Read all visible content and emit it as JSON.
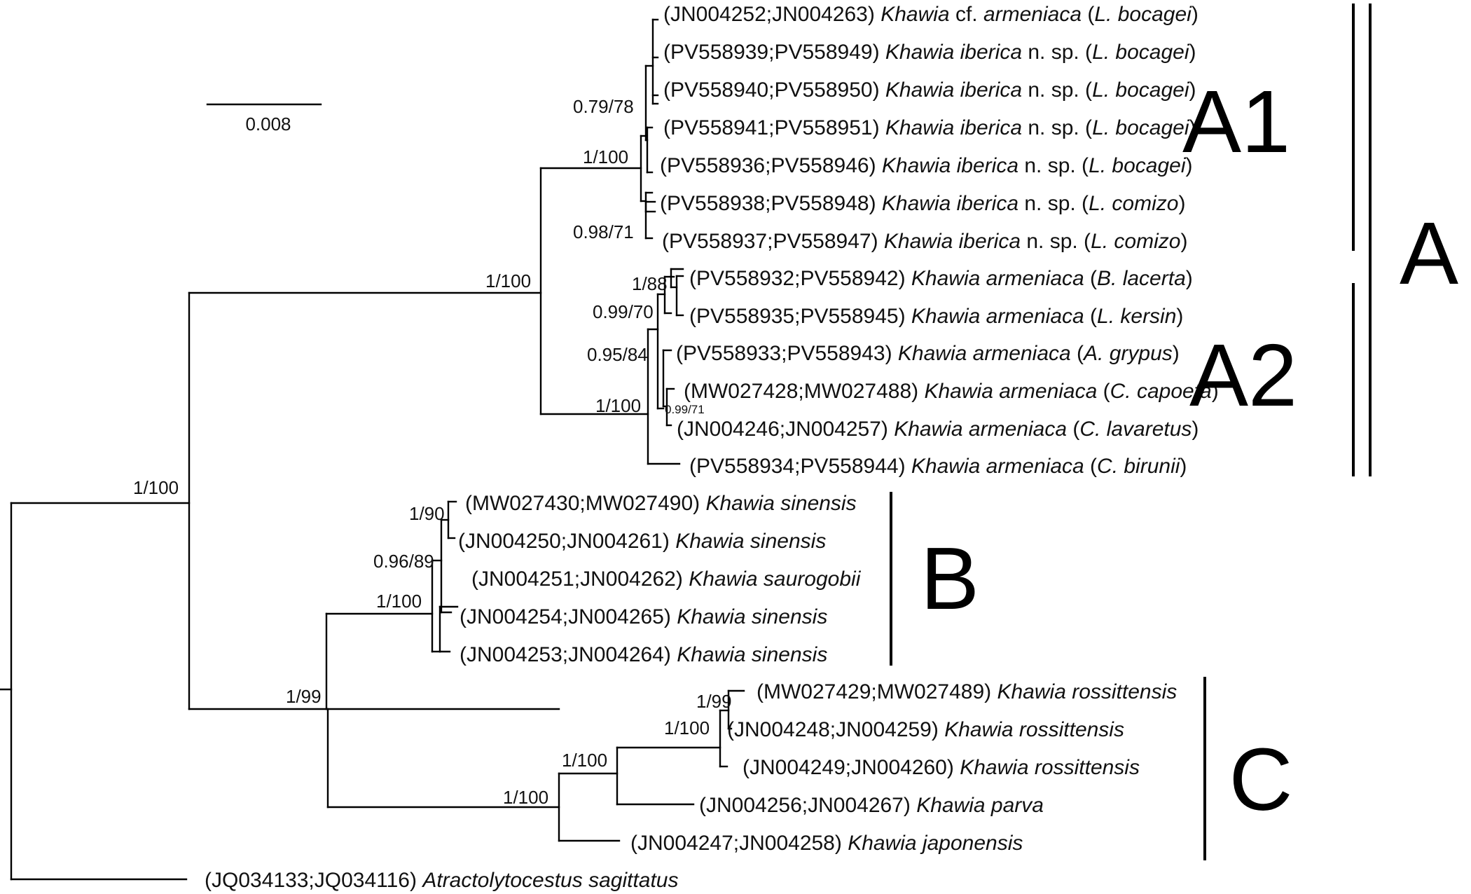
{
  "scale_bar": {
    "label": "0.008"
  },
  "taxa": [
    {
      "acc": "(JN004252;JN004263)",
      "parts": [
        {
          "t": "Khawia",
          "i": true
        },
        {
          "t": " cf. ",
          "i": false
        },
        {
          "t": "armeniaca",
          "i": true
        },
        {
          "t": " (",
          "i": false
        },
        {
          "t": "L. bocagei",
          "i": true
        },
        {
          "t": ")",
          "i": false
        }
      ]
    },
    {
      "acc": "(PV558939;PV558949)",
      "parts": [
        {
          "t": "Khawia iberica",
          "i": true
        },
        {
          "t": " n. sp. (",
          "i": false
        },
        {
          "t": "L. bocagei",
          "i": true
        },
        {
          "t": ")",
          "i": false
        }
      ]
    },
    {
      "acc": "(PV558940;PV558950)",
      "parts": [
        {
          "t": "Khawia iberica",
          "i": true
        },
        {
          "t": " n. sp. (",
          "i": false
        },
        {
          "t": "L. bocagei",
          "i": true
        },
        {
          "t": ")",
          "i": false
        }
      ]
    },
    {
      "acc": "(PV558941;PV558951)",
      "parts": [
        {
          "t": "Khawia iberica",
          "i": true
        },
        {
          "t": " n. sp. (",
          "i": false
        },
        {
          "t": "L. bocagei",
          "i": true
        },
        {
          "t": ")",
          "i": false
        }
      ]
    },
    {
      "acc": "(PV558936;PV558946)",
      "parts": [
        {
          "t": "Khawia iberica",
          "i": true
        },
        {
          "t": " n. sp. (",
          "i": false
        },
        {
          "t": "L. bocagei",
          "i": true
        },
        {
          "t": ")",
          "i": false
        }
      ]
    },
    {
      "acc": "(PV558938;PV558948)",
      "parts": [
        {
          "t": "Khawia iberica",
          "i": true
        },
        {
          "t": " n. sp. (",
          "i": false
        },
        {
          "t": "L. comizo",
          "i": true
        },
        {
          "t": ")",
          "i": false
        }
      ]
    },
    {
      "acc": "(PV558937;PV558947)",
      "parts": [
        {
          "t": "Khawia iberica",
          "i": true
        },
        {
          "t": " n. sp. (",
          "i": false
        },
        {
          "t": "L. comizo",
          "i": true
        },
        {
          "t": ")",
          "i": false
        }
      ]
    },
    {
      "acc": "(PV558932;PV558942)",
      "parts": [
        {
          "t": "Khawia armeniaca",
          "i": true
        },
        {
          "t": " (",
          "i": false
        },
        {
          "t": "B. lacerta",
          "i": true
        },
        {
          "t": ")",
          "i": false
        }
      ]
    },
    {
      "acc": "(PV558935;PV558945)",
      "parts": [
        {
          "t": "Khawia armeniaca",
          "i": true
        },
        {
          "t": " (",
          "i": false
        },
        {
          "t": "L. kersin",
          "i": true
        },
        {
          "t": ")",
          "i": false
        }
      ]
    },
    {
      "acc": "(PV558933;PV558943)",
      "parts": [
        {
          "t": "Khawia armeniaca",
          "i": true
        },
        {
          "t": " (",
          "i": false
        },
        {
          "t": "A. grypus",
          "i": true
        },
        {
          "t": ")",
          "i": false
        }
      ]
    },
    {
      "acc": "(MW027428;MW027488)",
      "parts": [
        {
          "t": "Khawia armeniaca",
          "i": true
        },
        {
          "t": " (",
          "i": false
        },
        {
          "t": "C. capoeta",
          "i": true
        },
        {
          "t": ")",
          "i": false
        }
      ]
    },
    {
      "acc": "(JN004246;JN004257)",
      "parts": [
        {
          "t": "Khawia armeniaca",
          "i": true
        },
        {
          "t": " (",
          "i": false
        },
        {
          "t": "C. lavaretus",
          "i": true
        },
        {
          "t": ")",
          "i": false
        }
      ]
    },
    {
      "acc": "(PV558934;PV558944)",
      "parts": [
        {
          "t": "Khawia armeniaca",
          "i": true
        },
        {
          "t": " (",
          "i": false
        },
        {
          "t": "C. birunii",
          "i": true
        },
        {
          "t": ")",
          "i": false
        }
      ]
    },
    {
      "acc": "(MW027430;MW027490)",
      "parts": [
        {
          "t": "Khawia sinensis",
          "i": true
        }
      ]
    },
    {
      "acc": "(JN004250;JN004261)",
      "parts": [
        {
          "t": "Khawia sinensis",
          "i": true
        }
      ]
    },
    {
      "acc": "(JN004251;JN004262)",
      "parts": [
        {
          "t": "Khawia saurogobii",
          "i": true
        }
      ]
    },
    {
      "acc": "(JN004254;JN004265)",
      "parts": [
        {
          "t": "Khawia sinensis",
          "i": true
        }
      ]
    },
    {
      "acc": "(JN004253;JN004264)",
      "parts": [
        {
          "t": "Khawia sinensis",
          "i": true
        }
      ]
    },
    {
      "acc": "(MW027429;MW027489)",
      "parts": [
        {
          "t": "Khawia rossittensis",
          "i": true
        }
      ]
    },
    {
      "acc": "(JN004248;JN004259)",
      "parts": [
        {
          "t": "Khawia rossittensis",
          "i": true
        }
      ]
    },
    {
      "acc": "(JN004249;JN004260)",
      "parts": [
        {
          "t": "Khawia rossittensis",
          "i": true
        }
      ]
    },
    {
      "acc": "(JN004256;JN004267)",
      "parts": [
        {
          "t": "Khawia parva",
          "i": true
        }
      ]
    },
    {
      "acc": "(JN004247;JN004258)",
      "parts": [
        {
          "t": "Khawia japonensis",
          "i": true
        }
      ]
    },
    {
      "acc": "(JQ034133;JQ034116)",
      "parts": [
        {
          "t": "Atractolytocestus sagittatus",
          "i": true
        }
      ]
    }
  ],
  "supports": [
    "0.79/78",
    "1/100",
    "0.98/71",
    "1/88",
    "0.99/70",
    "0.95/84",
    "1/100",
    "0.99/71",
    "1/100",
    "1/100",
    "1/90",
    "0.96/89",
    "1/100",
    "1/99",
    "1/99",
    "1/100",
    "1/100",
    "1/100"
  ],
  "clades": [
    "A1",
    "A2",
    "A",
    "B",
    "C"
  ]
}
